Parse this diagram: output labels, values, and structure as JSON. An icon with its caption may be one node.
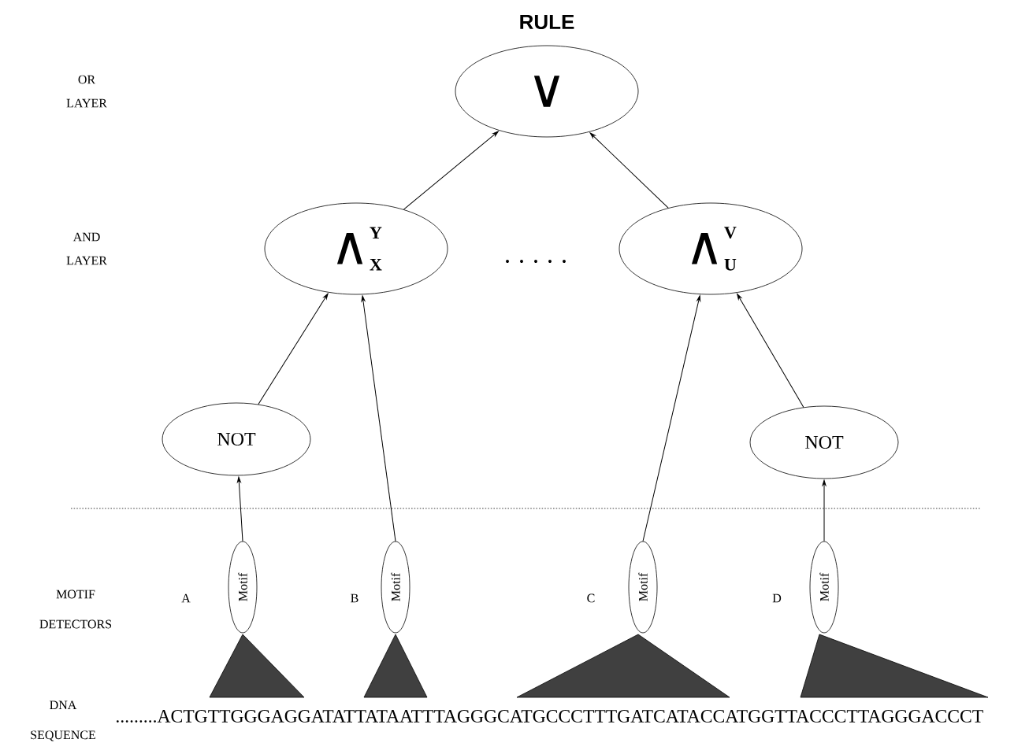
{
  "diagram": {
    "title": "RULE",
    "nodes": [
      {
        "text": [
          "∨"
        ]
      },
      {
        "text": [
          "∧",
          "Y",
          "X"
        ]
      },
      {
        "text": [
          "∧",
          "V",
          "U"
        ]
      },
      {
        "text": [
          "NOT"
        ]
      },
      {
        "text": [
          "NOT"
        ]
      },
      {
        "text": [
          "Motif"
        ]
      },
      {
        "text": [
          "Motif"
        ]
      },
      {
        "text": [
          "Motif"
        ]
      },
      {
        "text": [
          "Motif"
        ]
      },
      {
        "text": [],
        "shape": "triangle"
      },
      {
        "text": [],
        "shape": "triangle"
      },
      {
        "text": [],
        "shape": "triangle"
      },
      {
        "text": [],
        "shape": "triangle"
      }
    ],
    "edges": [
      {
        "from": 1,
        "to": 0,
        "arrow": "to"
      },
      {
        "from": 2,
        "to": 0,
        "arrow": "to"
      },
      {
        "from": 3,
        "to": 1,
        "arrow": "to"
      },
      {
        "from": 6,
        "to": 1,
        "arrow": "to"
      },
      {
        "from": 7,
        "to": 2,
        "arrow": "to"
      },
      {
        "from": 4,
        "to": 2,
        "arrow": "to"
      },
      {
        "from": 5,
        "to": 3,
        "arrow": "to"
      },
      {
        "from": 8,
        "to": 4,
        "arrow": "to"
      }
    ],
    "labels": [
      "OR LAYER",
      "AND LAYER",
      ". . . . .",
      "MOTIF DETECTORS",
      "A",
      "B",
      "C",
      "D",
      "DNA SEQUENCE",
      ".........ACTGTTGGGAGGATATTATAATTTAGGGCATGCCCTTTGATCATACCATGGTTACCCTTAGGGACCCT"
    ]
  }
}
